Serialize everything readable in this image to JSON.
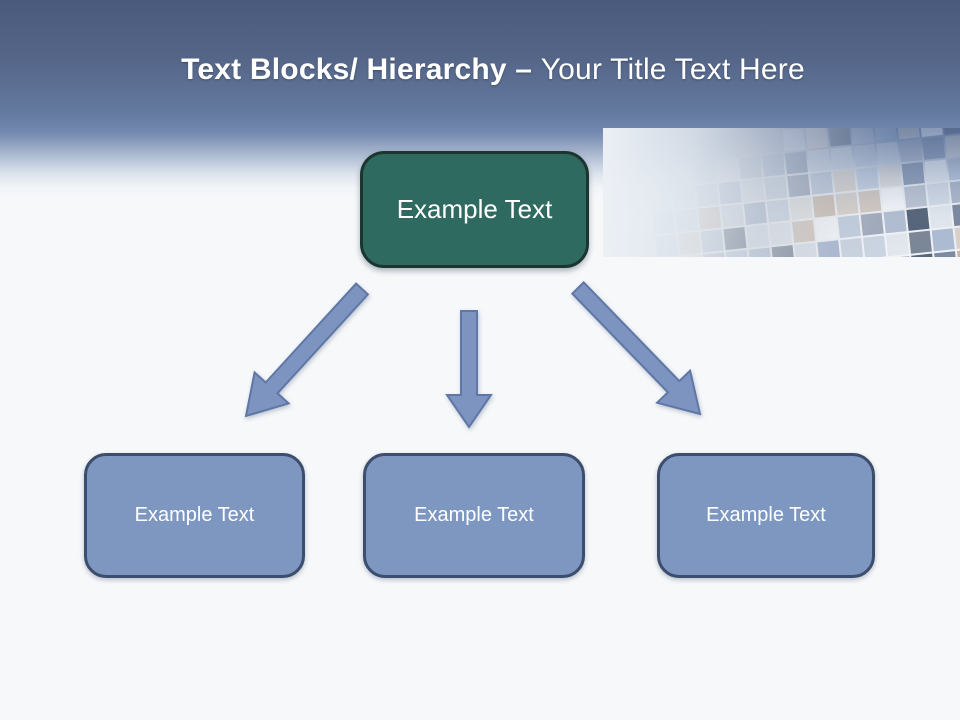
{
  "slide": {
    "title": {
      "bold": "Text Blocks/ Hierarchy – ",
      "regular": "Your Title Text Here"
    }
  },
  "diagram": {
    "root": {
      "label": "Example Text"
    },
    "children": [
      {
        "label": "Example Text"
      },
      {
        "label": "Example Text"
      },
      {
        "label": "Example Text"
      }
    ]
  },
  "colors": {
    "header_top": "#4a5a7c",
    "header_mid": "#64799f",
    "body_bg": "#f6f8fa",
    "title_text": "#ffffff",
    "root_fill": "#2f6a61",
    "root_border": "#1b3531",
    "child_fill": "#7e97c0",
    "child_border": "#3c4d6d",
    "arrow_fill": "#7e94c0",
    "arrow_stroke": "#5f77a6",
    "box_text": "#ffffff"
  },
  "decor": {
    "collage_palette": [
      "#93a6c5",
      "#c3cedd",
      "#e2e7ee",
      "#8aa0c0",
      "#b3c0d6",
      "#d9d0c5",
      "#c5ad99",
      "#6d7f9f",
      "#4f5f7d",
      "#dfe4ea",
      "#a9b7ce",
      "#98a3b8",
      "#ffffff",
      "#2f3f58"
    ]
  }
}
